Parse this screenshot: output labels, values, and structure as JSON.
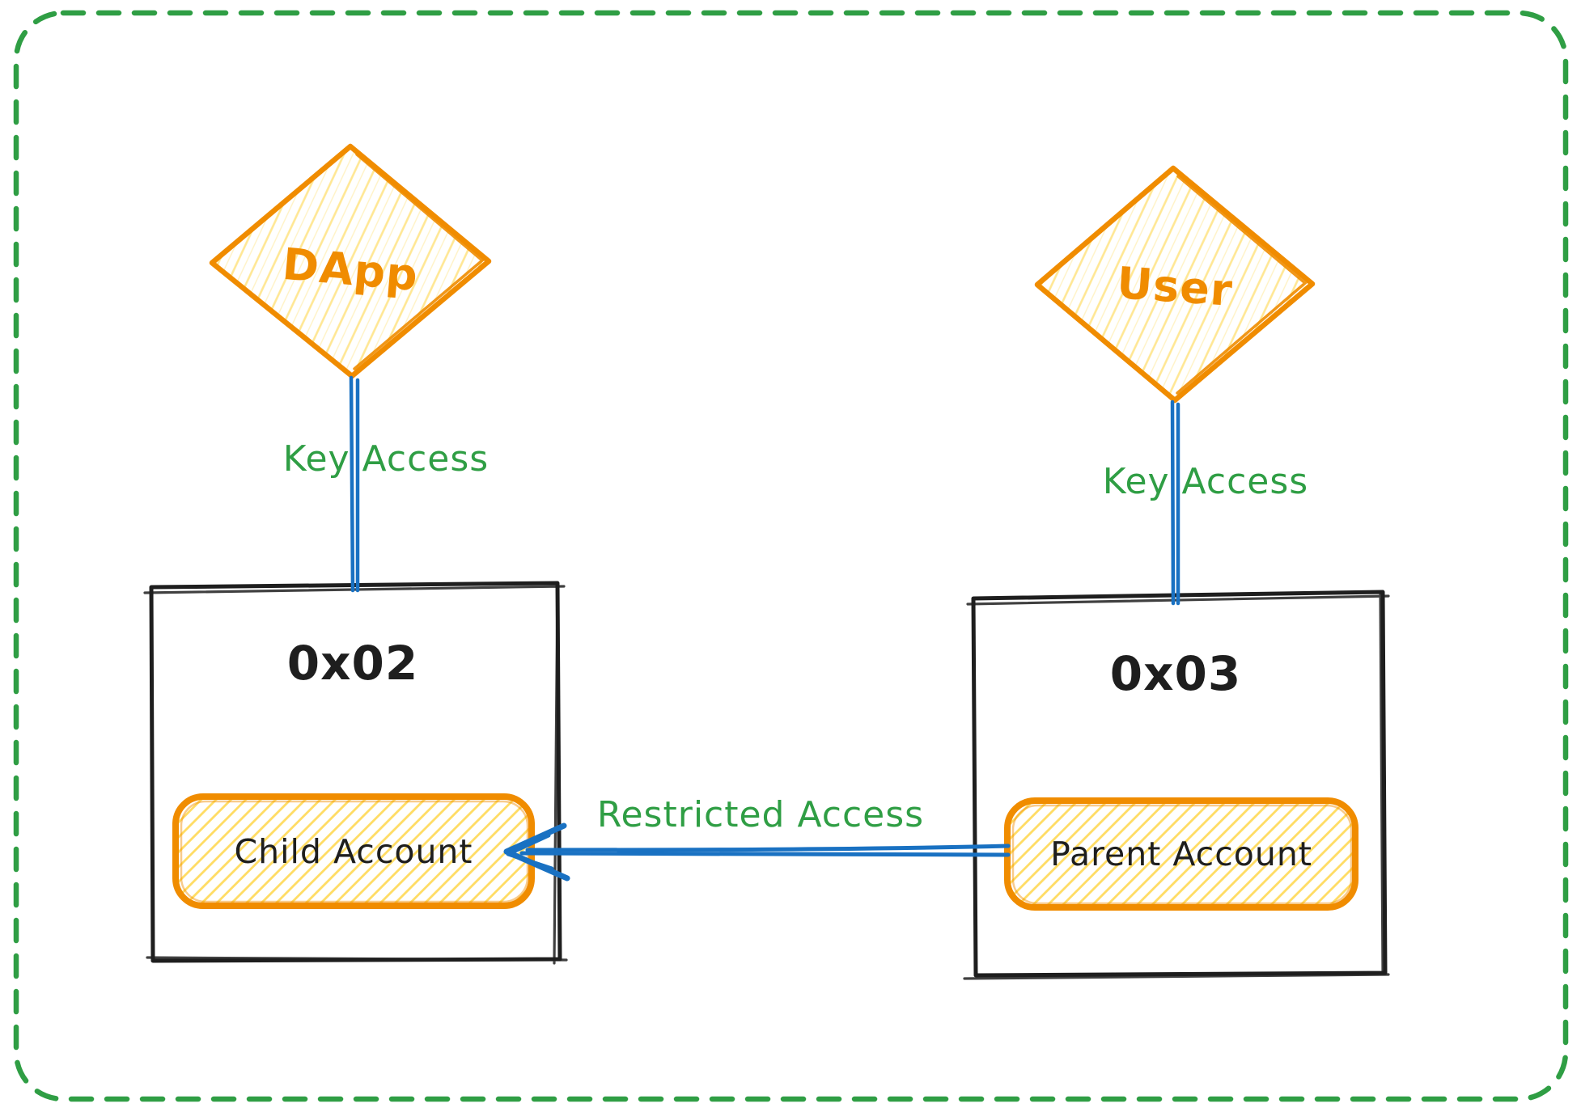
{
  "colors": {
    "background": "#ffffff",
    "orange": "#f08c00",
    "orange_fill": "#ffd43b",
    "blue": "#1971c2",
    "green": "#2f9e44",
    "ink": "#1e1e1e"
  },
  "nodes": {
    "dapp": {
      "label": "DApp"
    },
    "user": {
      "label": "User"
    },
    "child_box": {
      "address": "0x02",
      "account_label": "Child Account"
    },
    "parent_box": {
      "address": "0x03",
      "account_label": "Parent Account"
    }
  },
  "edges": {
    "dapp_to_child": {
      "label": "Key Access"
    },
    "user_to_parent": {
      "label": "Key Access"
    },
    "parent_to_child": {
      "label": "Restricted Access"
    }
  }
}
